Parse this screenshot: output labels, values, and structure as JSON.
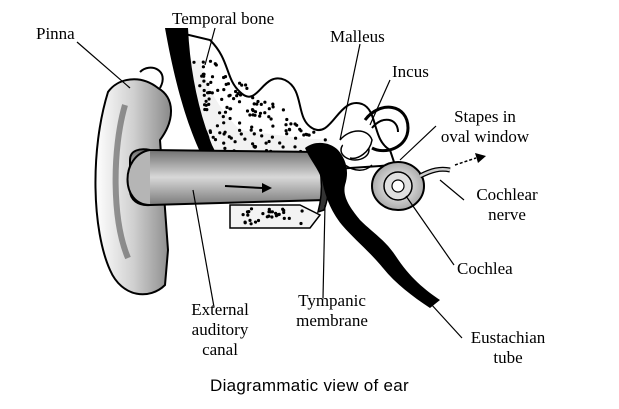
{
  "labels": {
    "pinna": "Pinna",
    "temporal_bone": "Temporal bone",
    "malleus": "Malleus",
    "incus": "Incus",
    "stapes": [
      "Stapes in",
      "oval window"
    ],
    "cochlear_nerve": [
      "Cochlear",
      "nerve"
    ],
    "cochlea": "Cochlea",
    "eustachian_tube": [
      "Eustachian",
      "tube"
    ],
    "tympanic_membrane": [
      "Tympanic",
      "membrane"
    ],
    "external_canal": [
      "External",
      "auditory",
      "canal"
    ]
  },
  "caption": "Diagrammatic view of ear"
}
